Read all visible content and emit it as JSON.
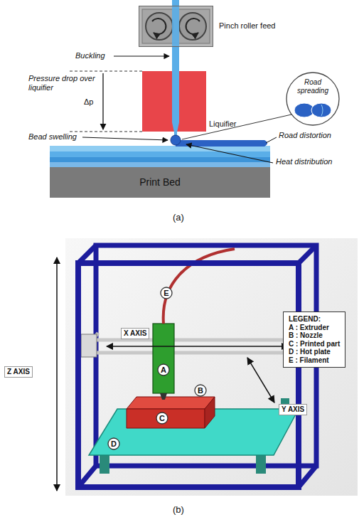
{
  "diagram": {
    "nodes": [
      {
        "text": [
          "Pinch roller feed"
        ]
      },
      {
        "text": [
          "Liquifier"
        ]
      },
      {
        "text": [
          "Road spreading"
        ]
      },
      {
        "text": [
          "Print Bed"
        ]
      },
      {
        "text": [
          "A"
        ]
      },
      {
        "text": [
          "B"
        ]
      },
      {
        "text": [
          "C"
        ]
      },
      {
        "text": [
          "D"
        ]
      },
      {
        "text": [
          "E"
        ]
      },
      {
        "text": [
          "LEGEND:",
          "A : Extruder",
          "B : Nozzle",
          "C : Printed part",
          "D : Hot plate",
          "E : Filament"
        ]
      }
    ],
    "labels": [
      "Buckling",
      "Pressure drop over liquifier",
      "Δp",
      "Bead swelling",
      "Road distortion",
      "Heat distribution",
      "(a)",
      "Z AXIS",
      "X AXIS",
      "Y AXIS",
      "(b)"
    ]
  }
}
